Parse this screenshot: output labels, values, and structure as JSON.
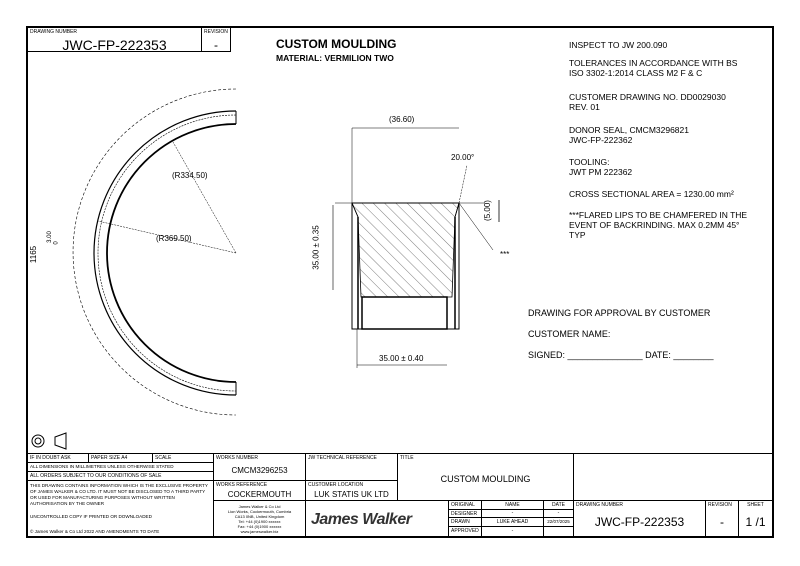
{
  "header": {
    "drawing_number_label": "DRAWING NUMBER",
    "drawing_number": "JWC-FP-222353",
    "revision_label": "REVISION",
    "revision": "-",
    "title": "CUSTOM MOULDING",
    "material": "MATERIAL: VERMILION TWO"
  },
  "notes": [
    "INSPECT TO JW 200.090",
    "TOLERANCES IN ACCORDANCE WITH BS\nISO 3302-1:2014 CLASS M2 F & C",
    "CUSTOMER DRAWING NO. DD0029030\nREV. 01",
    "DONOR SEAL, CMCM3296821\nJWC-FP-222362",
    "TOOLING:\nJWT PM 222362",
    "CROSS SECTIONAL AREA = 1230.00 mm²",
    "***FLARED LIPS TO BE CHAMFERED IN THE\nEVENT OF BACKRINDING. MAX 0.2MM 45°\nTYP"
  ],
  "approval": {
    "line1": "DRAWING FOR APPROVAL BY CUSTOMER",
    "line2": "CUSTOMER NAME:",
    "line3": "SIGNED: _______________ DATE: ________"
  },
  "dimensions": {
    "r_inner": "(R334.50)",
    "r_outer": "(R369.50)",
    "diameter": "1165",
    "diameter_tol_upper": "3.00",
    "diameter_tol_lower": "0",
    "width_top": "(36.60)",
    "angle": "20.00°",
    "lip_height": "(5.00)",
    "height": "35.00 ± 0.35",
    "width_bottom": "35.00 ± 0.40",
    "lip_marker": "***"
  },
  "title_block": {
    "if_in_doubt": "IF IN DOUBT ASK",
    "paper_size": "PAPER SIZE A4",
    "scale": "SCALE",
    "all_dimensions": "ALL DIMENSIONS IN MILLIMETRES UNLESS OTHERWISE STATED",
    "all_orders": "ALL ORDERS SUBJECT TO OUR CONDITIONS OF SALE",
    "confidential": "THIS DRAWING CONTAINS INFORMATION WHICH IS THE EXCLUSIVE PROPERTY OF JAMES WALKER & CO LTD. IT MUST NOT BE DISCLOSED TO A THIRD PARTY OR USED FOR MANUFACTURING PURPOSES WITHOUT WRITTEN AUTHORISATION BY THE OWNER",
    "uncontrolled": "UNCONTROLLED COPY IF PRINTED OR DOWNLOADED",
    "copyright": "© James Walker & Co Ltd 2022 AND AMENDMENTS TO DATE",
    "works_number_label": "WORKS NUMBER",
    "works_number": "CMCM3296253",
    "works_reference_label": "WORKS REFERENCE",
    "works_reference": "COCKERMOUTH",
    "jw_tech_ref_label": "JW TECHNICAL REFERENCE",
    "customer_location_label": "CUSTOMER LOCATION",
    "customer_location": "LUK STATIS UK LTD",
    "address": [
      "James Walker & Co Ltd",
      "Lion Works, Cockermouth, Cumbria",
      "CA13 0NB, United Kingdom",
      "Tel: +44 (0)1900 xxxxxx",
      "Fax: +44 (0)1900 xxxxxx",
      "www.jameswalker.biz"
    ],
    "logo": "James Walker",
    "title_label": "TITLE",
    "title": "CUSTOM MOULDING",
    "original_label": "ORIGINAL",
    "name_label": "NAME",
    "date_label": "DATE",
    "designer_label": "DESIGNER",
    "designer_name": "-",
    "designer_date": "-",
    "drawn_label": "DRAWN",
    "drawn_name": "LUKE AHEAD",
    "drawn_date": "22/07/2025",
    "approved_label": "APPROVED",
    "approved_name": "-",
    "drawing_number_label": "DRAWING NUMBER",
    "drawing_number": "JWC-FP-222353",
    "revision_label": "REVISION",
    "revision": "-",
    "sheet_label": "SHEET",
    "sheet": "1 /1"
  }
}
